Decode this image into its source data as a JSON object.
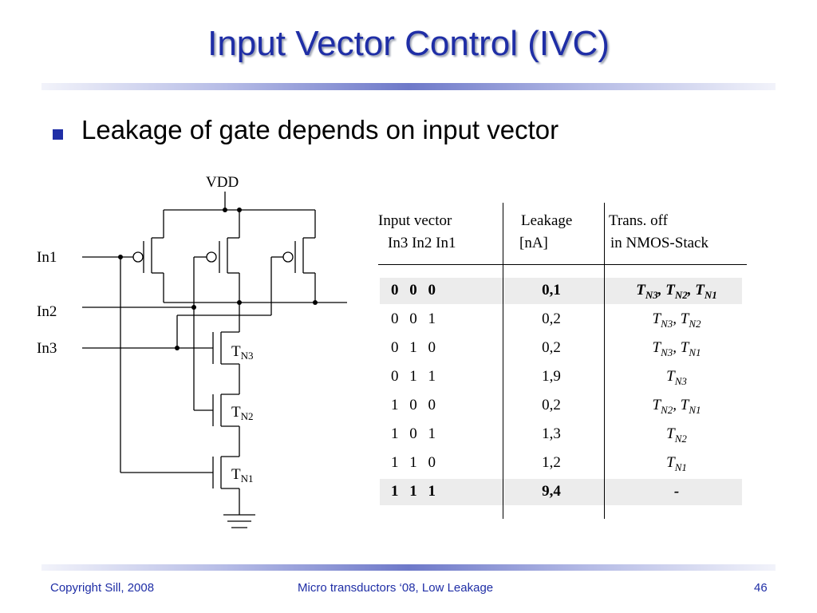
{
  "title": "Input Vector Control (IVC)",
  "bullet": "Leakage of gate depends on input vector",
  "circuit": {
    "vdd": "VDD",
    "in1": "In1",
    "in2": "In2",
    "in3": "In3",
    "tn3_main": "T",
    "tn3_sub": "N3",
    "tn2_main": "T",
    "tn2_sub": "N2",
    "tn1_main": "T",
    "tn1_sub": "N1"
  },
  "table": {
    "headers": {
      "input_vector_1": "Input vector",
      "input_vector_2": "In3 In2 In1",
      "leakage_1": "Leakage",
      "leakage_2": "[nA]",
      "trans_1": "Trans. off",
      "trans_2": "in NMOS-Stack"
    },
    "rows": [
      {
        "bits": "0 0 0",
        "leak": "0,1",
        "off": "TN3, TN2, TN1"
      },
      {
        "bits": "0 0 1",
        "leak": "0,2",
        "off": "TN3, TN2"
      },
      {
        "bits": "0 1 0",
        "leak": "0,2",
        "off": "TN3, TN1"
      },
      {
        "bits": "0 1 1",
        "leak": "1,9",
        "off": "TN3"
      },
      {
        "bits": "1 0 0",
        "leak": "0,2",
        "off": "TN2, TN1"
      },
      {
        "bits": "1 0 1",
        "leak": "1,3",
        "off": "TN2"
      },
      {
        "bits": "1 1 0",
        "leak": "1,2",
        "off": "TN1"
      },
      {
        "bits": "1 1 1",
        "leak": "9,4",
        "off": "-"
      }
    ]
  },
  "footer": {
    "left": "Copyright Sill, 2008",
    "center": "Micro transductors ‘08, Low Leakage",
    "page": "46"
  }
}
